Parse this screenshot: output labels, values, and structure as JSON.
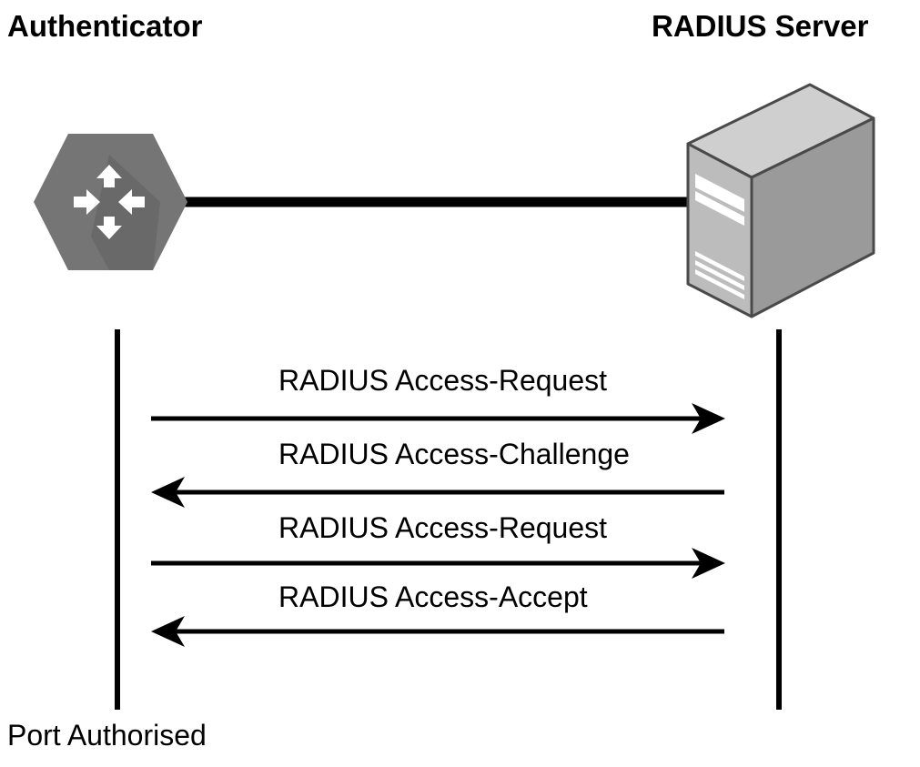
{
  "authenticator": {
    "title": "Authenticator",
    "icon": "router-icon",
    "footer_label": "Port Authorised"
  },
  "server": {
    "title": "RADIUS Server",
    "icon": "server-icon"
  },
  "messages": [
    {
      "label": "RADIUS Access-Request",
      "direction": "to-server"
    },
    {
      "label": "RADIUS Access-Challenge",
      "direction": "to-authenticator"
    },
    {
      "label": "RADIUS Access-Request",
      "direction": "to-server"
    },
    {
      "label": "RADIUS Access-Accept",
      "direction": "to-authenticator"
    }
  ],
  "colors": {
    "router_fill": "#757575",
    "router_shadow": "#616161",
    "server_front": "#b8b8b8",
    "server_side": "#9a9a9a",
    "server_top": "#cfcfcf",
    "line": "#000000"
  }
}
